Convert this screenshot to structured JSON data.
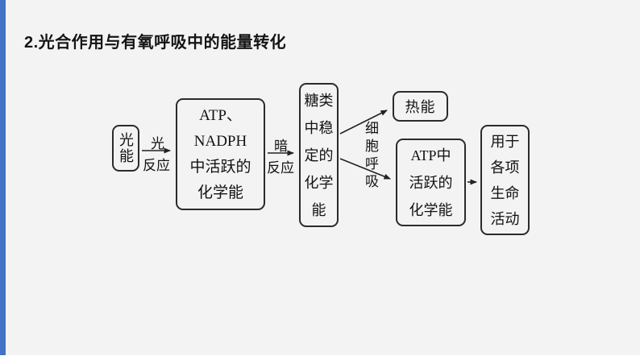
{
  "slide": {
    "title": "2.光合作用与有氧呼吸中的能量转化",
    "accent_color": "#4472c4"
  },
  "diagram": {
    "light_energy": {
      "label": "光能"
    },
    "light_reaction_arrow": {
      "top_label": "光",
      "bottom_label": "反应"
    },
    "atp_nadph": {
      "lines": [
        "ATP、",
        "NADPH",
        "中活跃的",
        "化学能"
      ]
    },
    "dark_reaction_arrow": {
      "top_label": "暗",
      "bottom_label": "反应"
    },
    "sugar_stable": {
      "lines": [
        "糖类",
        "中稳",
        "定的",
        "化学",
        "能"
      ]
    },
    "cell_respiration": {
      "label": "细胞呼吸"
    },
    "heat": {
      "label": "热能"
    },
    "atp_active": {
      "lines": [
        "ATP中",
        "活跃的",
        "化学能"
      ]
    },
    "usage": {
      "lines": [
        "用于",
        "各项",
        "生命",
        "活动"
      ]
    }
  }
}
